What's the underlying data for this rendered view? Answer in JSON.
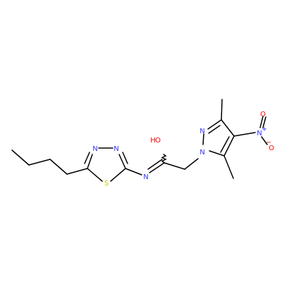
{
  "molecule": {
    "colors": {
      "bond": "#000000",
      "N": "#3333FF",
      "O": "#FF0000",
      "S": "#CCCC00",
      "background": "#FFFFFF"
    },
    "atoms": {
      "thiadiazole_n3": "N",
      "thiadiazole_n4": "N",
      "thiadiazole_s": "S",
      "imine_n": "N",
      "hydroxyl_o": "O",
      "hydroxyl_h": "H",
      "pyrazole_n2": "N",
      "pyrazole_n1": "N",
      "nitro_n": "N",
      "nitro_plus": "+",
      "nitro_o_top": "O",
      "nitro_o_minus": "−",
      "nitro_o_bottom": "O"
    }
  }
}
